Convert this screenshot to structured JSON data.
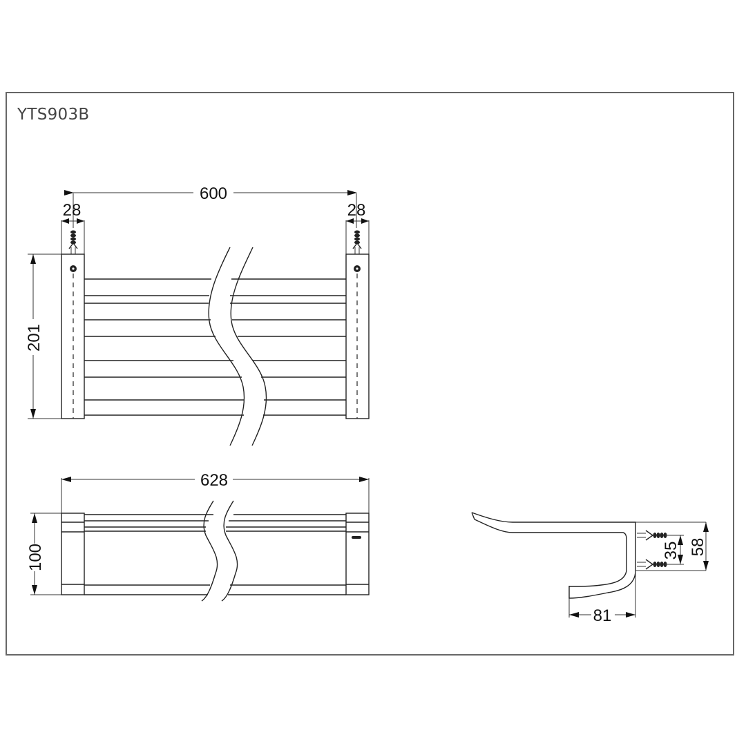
{
  "title": "YTS903B",
  "dimensions": {
    "front_view": {
      "mount_spacing": "600",
      "left_bracket_width": "28",
      "right_bracket_width": "28",
      "height": "201"
    },
    "top_view": {
      "overall_length": "628",
      "depth": "100"
    },
    "side_view": {
      "hook_depth": "81",
      "screw_spacing": "35",
      "bracket_height": "58"
    }
  },
  "colors": {
    "line": "#222222",
    "frame": "#666666",
    "label": "#444444"
  }
}
